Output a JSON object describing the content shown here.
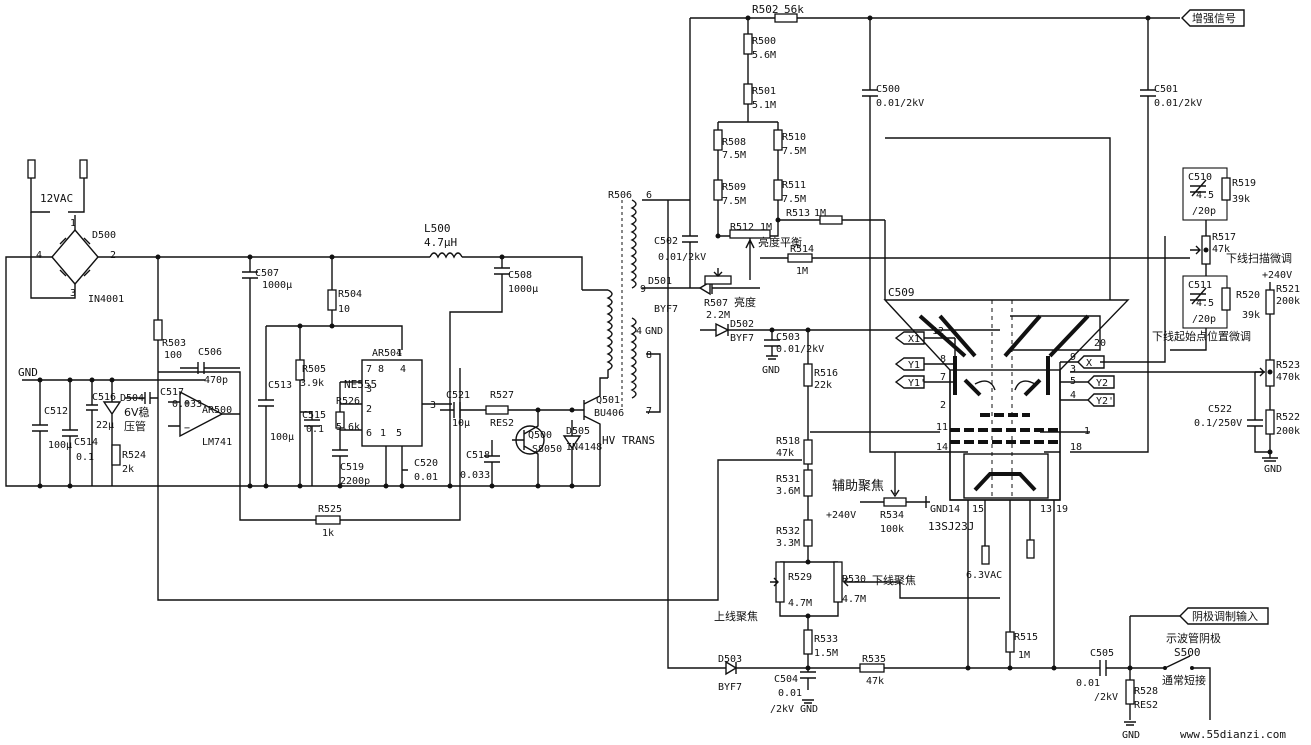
{
  "colors": {
    "ink": "#111111",
    "paper": "#ffffff"
  },
  "labels": {
    "v12ac": "12VAC",
    "d500": "D500",
    "pin1": "1",
    "pin2": "2",
    "pin3": "3",
    "pin4": "4",
    "in4001": "IN4001",
    "gnd": "GND",
    "r503": "R503",
    "r503v": "100",
    "c506": "C506",
    "c506v": "470p",
    "c516": "C516",
    "c516v": "22μ",
    "c517": "C517",
    "c517v": "0.033",
    "d504": "D504",
    "d504a": "6V稳",
    "d504b": "压管",
    "ar500": "AR500",
    "lm741": "LM741",
    "c512": "C512",
    "c512v": "100μ",
    "c514": "C514",
    "c514v": "0.1",
    "r524": "R524",
    "r524v": "2k",
    "c507": "C507",
    "c507v": "1000μ",
    "l500": "L500",
    "l500v": "4.7μH",
    "c508": "C508",
    "c508v": "1000μ",
    "r504": "R504",
    "r504v": "10",
    "r505": "R505",
    "r505v": "3.9k",
    "ar501": "AR501",
    "ne555": "NE555",
    "c513": "C513",
    "c513v": "100μ",
    "c515": "C515",
    "c515v": "0.1",
    "r526": "R526",
    "r526v": "5.6k",
    "c519": "C519",
    "c519v": "2200p",
    "c520": "C520",
    "c520v": "0.01",
    "c521": "C521",
    "c521v": "10μ",
    "r527": "R527",
    "r527v": "RES2",
    "c518": "C518",
    "c518v": "0.033",
    "q500": "Q500",
    "q500v": "S8050",
    "d505": "D505",
    "d505v": "IN4148",
    "q501": "Q501",
    "q501v": "BU406",
    "hvtrans": "HV TRANS",
    "r525": "R525",
    "r525v": "1k",
    "r506": "R506",
    "t6": "6",
    "t9": "9",
    "t4": "4",
    "t8": "8",
    "t7": "7",
    "c502": "C502",
    "c502v": "0.01/2kV",
    "d501": "D501",
    "d501v": "BYF7",
    "r507": "R507",
    "r507v": "2.2M",
    "r507cn": "亮度",
    "d502": "D502",
    "d502v": "BYF7",
    "c503": "C503",
    "c503v": "0.01/2kV",
    "r502": "R502",
    "r502v": "56k",
    "zengqiang": "增强信号",
    "r500": "R500",
    "r500v": "5.6M",
    "r501": "R501",
    "r501v": "5.1M",
    "r508": "R508",
    "r508v": "7.5M",
    "r510": "R510",
    "r510v": "7.5M",
    "r509": "R509",
    "r509v": "7.5M",
    "r511": "R511",
    "r511v": "7.5M",
    "r512": "R512",
    "r512v": "1M",
    "r512cn": "亮度平衡",
    "r513": "R513",
    "r513v": "1M",
    "r514": "R514",
    "r514v": "1M",
    "c500": "C500",
    "c500v": "0.01/2kV",
    "c501": "C501",
    "c501v": "0.01/2kV",
    "c509": "C509",
    "r516": "R516",
    "r516v": "22k",
    "r518": "R518",
    "r518v": "47k",
    "r531": "R531",
    "r531v": "3.6M",
    "r532": "R532",
    "r532v": "3.3M",
    "r529": "R529",
    "r529v": "4.7M",
    "r530": "R530",
    "r530v": "4.7M",
    "shangxian": "上线聚焦",
    "xiaxian": "下线聚焦",
    "fuzhu": "辅助聚焦",
    "v240": "+240V",
    "r534": "R534",
    "r534v": "100k",
    "gnd14": "GND14",
    "tube": "13SJ23J",
    "p15": "15",
    "p13": "13",
    "p19": "19",
    "v63": "6.3VAC",
    "r533": "R533",
    "r533v": "1.5M",
    "r535": "R535",
    "r535v": "47k",
    "d503": "D503",
    "d503v": "BYF7",
    "c504": "C504",
    "c504v": "0.01",
    "c504v2": "/2kV",
    "r515": "R515",
    "r515v": "1M",
    "c505": "C505",
    "c505v": "0.01",
    "c505v2": "/2kV",
    "r528": "R528",
    "r528v": "RES2",
    "s500": "S500",
    "shibo": "示波管阴极",
    "tongchang": "通常短接",
    "yinji": "阴极调制输入",
    "c510": "C510",
    "c510v": "4.5",
    "c510v2": "/20p",
    "r519": "R519",
    "r519v": "39k",
    "r517": "R517",
    "r517v": "47k",
    "xiasaomiao": "下线扫描微调",
    "c511": "C511",
    "c511v": "4.5",
    "c511v2": "/20p",
    "r520": "R520",
    "r520v": "39k",
    "r521": "R521",
    "r521v": "200k",
    "xiaqishi": "下线起始点位置微调",
    "r523": "R523",
    "r523v": "470k",
    "c522": "C522",
    "c522v": "0.1/250V",
    "r522": "R522",
    "r522v": "200k",
    "x1": "X1",
    "y1": "Y1",
    "y1p": "Y1'",
    "x": "X",
    "y2": "Y2",
    "y2p": "Y2'",
    "pin12": "12",
    "pin8": "8",
    "pin7": "7",
    "pin2t": "2",
    "pin11": "11",
    "pin14": "14",
    "pin9": "9",
    "pin20": "20",
    "pin5": "5",
    "pin4t": "4",
    "pin1t": "1",
    "pin18": "18",
    "website": "www.55dianzi.com"
  }
}
